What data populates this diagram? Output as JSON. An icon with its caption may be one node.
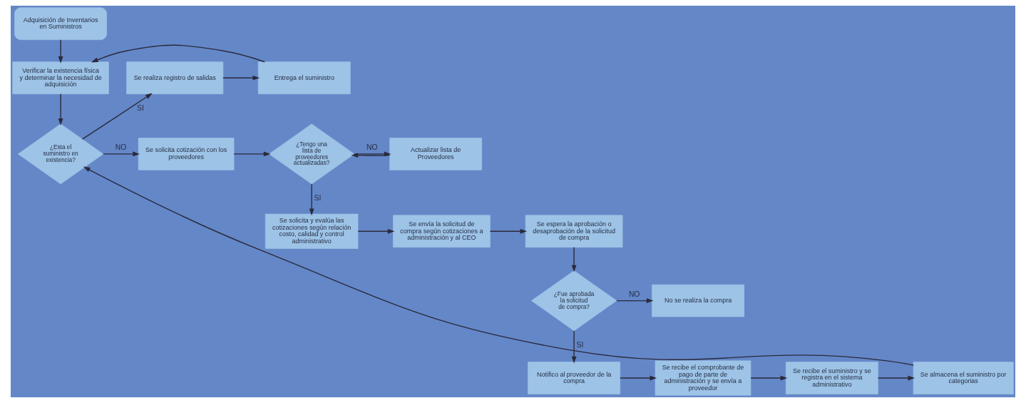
{
  "diagram": {
    "nodes": [
      {
        "text": [
          "Adquisición de Inventarios en Suministros"
        ]
      },
      {
        "text": [
          "Verificar la existencia física y determinar la necesidad de adquisición"
        ]
      },
      {
        "text": [
          "Se realiza registro de salidas"
        ]
      },
      {
        "text": [
          "Entrega el suministro"
        ]
      },
      {
        "text": [
          "¿Esta el suministro en existencia?"
        ]
      },
      {
        "text": [
          "Se solicita cotización con los proveedores"
        ]
      },
      {
        "text": [
          "¿Tengo una lista de proveedores actualizadas?"
        ]
      },
      {
        "text": [
          "Actualizar lista de Proveedores"
        ]
      },
      {
        "text": [
          "Se solicita y evalúa las cotizaciones según relación costo, calidad y control administrativo"
        ]
      },
      {
        "text": [
          "Se envía la solicitud de compra según cotizaciones a administración y al CEO"
        ]
      },
      {
        "text": [
          "Se espera la aprobación o desaprobación de la solicitud de compra"
        ]
      },
      {
        "text": [
          "¿Fue aprobada la solicitud de compra?"
        ]
      },
      {
        "text": [
          "No se realiza la compra"
        ]
      },
      {
        "text": [
          "Notifico al proveedor de la compra"
        ]
      },
      {
        "text": [
          "Se recibe el comprobante de pago de parte de administración y se envía a proveedor"
        ]
      },
      {
        "text": [
          "Se recibe el suministro y se registra en el sistema administrativo"
        ]
      },
      {
        "text": [
          "Se almacena el suministro por categorias"
        ]
      }
    ],
    "edges": [
      {
        "from": 0,
        "to": 1,
        "arrow": "to"
      },
      {
        "from": 1,
        "to": 4,
        "arrow": "to"
      },
      {
        "from": 4,
        "to": 2,
        "arrow": "to",
        "label": "SI"
      },
      {
        "from": 2,
        "to": 3,
        "arrow": "to"
      },
      {
        "from": 3,
        "to": 1,
        "arrow": "to"
      },
      {
        "from": 4,
        "to": 5,
        "arrow": "to",
        "label": "NO"
      },
      {
        "from": 5,
        "to": 6,
        "arrow": "to"
      },
      {
        "from": 6,
        "to": 7,
        "arrow": "to",
        "label": "NO"
      },
      {
        "from": 7,
        "to": 6,
        "arrow": "to"
      },
      {
        "from": 6,
        "to": 8,
        "arrow": "to",
        "label": "SI"
      },
      {
        "from": 8,
        "to": 9,
        "arrow": "to"
      },
      {
        "from": 9,
        "to": 10,
        "arrow": "to"
      },
      {
        "from": 10,
        "to": 11,
        "arrow": "to"
      },
      {
        "from": 11,
        "to": 12,
        "arrow": "to",
        "label": "NO"
      },
      {
        "from": 11,
        "to": 13,
        "arrow": "to",
        "label": "SI"
      },
      {
        "from": 13,
        "to": 14,
        "arrow": "to"
      },
      {
        "from": 14,
        "to": 15,
        "arrow": "to"
      },
      {
        "from": 15,
        "to": 16,
        "arrow": "to"
      },
      {
        "from": 16,
        "to": 4,
        "arrow": "to"
      }
    ]
  }
}
